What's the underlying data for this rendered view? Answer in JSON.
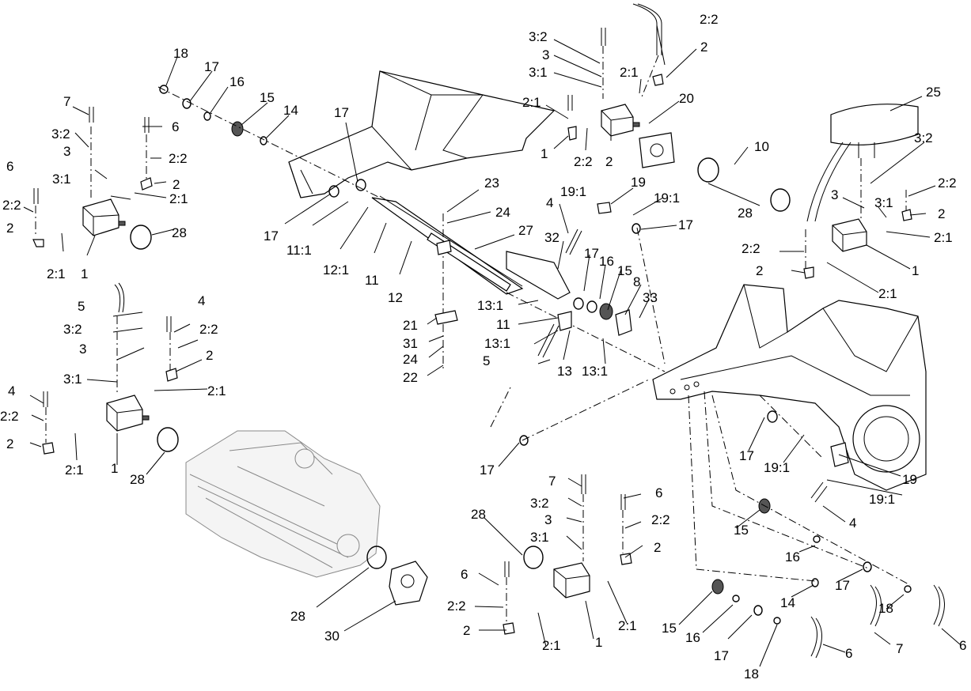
{
  "labels": [
    {
      "id": "l1",
      "text": "18"
    },
    {
      "id": "l2",
      "text": "17"
    },
    {
      "id": "l3",
      "text": "16"
    },
    {
      "id": "l4",
      "text": "15"
    },
    {
      "id": "l5",
      "text": "14"
    },
    {
      "id": "l6",
      "text": "7"
    },
    {
      "id": "l7",
      "text": "6"
    },
    {
      "id": "l8",
      "text": "3:2"
    },
    {
      "id": "l9",
      "text": "3"
    },
    {
      "id": "l10",
      "text": "2:2"
    },
    {
      "id": "l11",
      "text": "3:1"
    },
    {
      "id": "l12",
      "text": "2"
    },
    {
      "id": "l13",
      "text": "2:1"
    },
    {
      "id": "l14",
      "text": "6"
    },
    {
      "id": "l15",
      "text": "2:2"
    },
    {
      "id": "l16",
      "text": "2"
    },
    {
      "id": "l17",
      "text": "28"
    },
    {
      "id": "l18",
      "text": "2:1"
    },
    {
      "id": "l19",
      "text": "1"
    },
    {
      "id": "l20",
      "text": "17"
    },
    {
      "id": "l21",
      "text": "17"
    },
    {
      "id": "l22",
      "text": "11:1"
    },
    {
      "id": "l23",
      "text": "12:1"
    },
    {
      "id": "l24",
      "text": "11"
    },
    {
      "id": "l25",
      "text": "12"
    },
    {
      "id": "l26",
      "text": "23"
    },
    {
      "id": "l27",
      "text": "24"
    },
    {
      "id": "l28",
      "text": "27"
    },
    {
      "id": "l29",
      "text": "3:2"
    },
    {
      "id": "l30",
      "text": "3"
    },
    {
      "id": "l31",
      "text": "3:1"
    },
    {
      "id": "l32",
      "text": "2:1"
    },
    {
      "id": "l33",
      "text": "2:2"
    },
    {
      "id": "l34",
      "text": "2"
    },
    {
      "id": "l35",
      "text": "2:1"
    },
    {
      "id": "l36",
      "text": "1"
    },
    {
      "id": "l37",
      "text": "2:2"
    },
    {
      "id": "l38",
      "text": "2"
    },
    {
      "id": "l39",
      "text": "20"
    },
    {
      "id": "l40",
      "text": "10"
    },
    {
      "id": "l41",
      "text": "25"
    },
    {
      "id": "l42",
      "text": "28"
    },
    {
      "id": "l43",
      "text": "19:1"
    },
    {
      "id": "l44",
      "text": "19"
    },
    {
      "id": "l45",
      "text": "19:1"
    },
    {
      "id": "l46",
      "text": "4"
    },
    {
      "id": "l47",
      "text": "32"
    },
    {
      "id": "l48",
      "text": "17"
    },
    {
      "id": "l49",
      "text": "17"
    },
    {
      "id": "l50",
      "text": "16"
    },
    {
      "id": "l51",
      "text": "15"
    },
    {
      "id": "l52",
      "text": "8"
    },
    {
      "id": "l53",
      "text": "33"
    },
    {
      "id": "l54",
      "text": "3:2"
    },
    {
      "id": "l55",
      "text": "3"
    },
    {
      "id": "l56",
      "text": "3:1"
    },
    {
      "id": "l57",
      "text": "2:2"
    },
    {
      "id": "l58",
      "text": "2"
    },
    {
      "id": "l59",
      "text": "2:1"
    },
    {
      "id": "l60",
      "text": "2:2"
    },
    {
      "id": "l61",
      "text": "2"
    },
    {
      "id": "l62",
      "text": "1"
    },
    {
      "id": "l63",
      "text": "2:1"
    },
    {
      "id": "l64",
      "text": "5"
    },
    {
      "id": "l65",
      "text": "4"
    },
    {
      "id": "l66",
      "text": "3:2"
    },
    {
      "id": "l67",
      "text": "2:2"
    },
    {
      "id": "l68",
      "text": "3"
    },
    {
      "id": "l69",
      "text": "2"
    },
    {
      "id": "l70",
      "text": "3:1"
    },
    {
      "id": "l71",
      "text": "2:1"
    },
    {
      "id": "l72",
      "text": "4"
    },
    {
      "id": "l73",
      "text": "2:2"
    },
    {
      "id": "l74",
      "text": "2"
    },
    {
      "id": "l75",
      "text": "2:1"
    },
    {
      "id": "l76",
      "text": "1"
    },
    {
      "id": "l77",
      "text": "28"
    },
    {
      "id": "l78",
      "text": "21"
    },
    {
      "id": "l79",
      "text": "31"
    },
    {
      "id": "l80",
      "text": "24"
    },
    {
      "id": "l81",
      "text": "22"
    },
    {
      "id": "l82",
      "text": "13:1"
    },
    {
      "id": "l83",
      "text": "11"
    },
    {
      "id": "l84",
      "text": "13:1"
    },
    {
      "id": "l85",
      "text": "5"
    },
    {
      "id": "l86",
      "text": "13"
    },
    {
      "id": "l87",
      "text": "13:1"
    },
    {
      "id": "l88",
      "text": "17"
    },
    {
      "id": "l89",
      "text": "17"
    },
    {
      "id": "l90",
      "text": "19:1"
    },
    {
      "id": "l91",
      "text": "19"
    },
    {
      "id": "l92",
      "text": "19:1"
    },
    {
      "id": "l93",
      "text": "4"
    },
    {
      "id": "l94",
      "text": "15"
    },
    {
      "id": "l95",
      "text": "16"
    },
    {
      "id": "l96",
      "text": "17"
    },
    {
      "id": "l97",
      "text": "14"
    },
    {
      "id": "l98",
      "text": "18"
    },
    {
      "id": "l99",
      "text": "7"
    },
    {
      "id": "l100",
      "text": "6"
    },
    {
      "id": "l101",
      "text": "15"
    },
    {
      "id": "l102",
      "text": "16"
    },
    {
      "id": "l103",
      "text": "17"
    },
    {
      "id": "l104",
      "text": "18"
    },
    {
      "id": "l105",
      "text": "6"
    },
    {
      "id": "l106",
      "text": "28"
    },
    {
      "id": "l107",
      "text": "7"
    },
    {
      "id": "l108",
      "text": "3:2"
    },
    {
      "id": "l109",
      "text": "3"
    },
    {
      "id": "l110",
      "text": "3:1"
    },
    {
      "id": "l111",
      "text": "6"
    },
    {
      "id": "l112",
      "text": "2:2"
    },
    {
      "id": "l113",
      "text": "2"
    },
    {
      "id": "l114",
      "text": "6"
    },
    {
      "id": "l115",
      "text": "2:2"
    },
    {
      "id": "l116",
      "text": "2"
    },
    {
      "id": "l117",
      "text": "2:1"
    },
    {
      "id": "l118",
      "text": "1"
    },
    {
      "id": "l119",
      "text": "2:1"
    },
    {
      "id": "l120",
      "text": "28"
    },
    {
      "id": "l121",
      "text": "30"
    }
  ]
}
